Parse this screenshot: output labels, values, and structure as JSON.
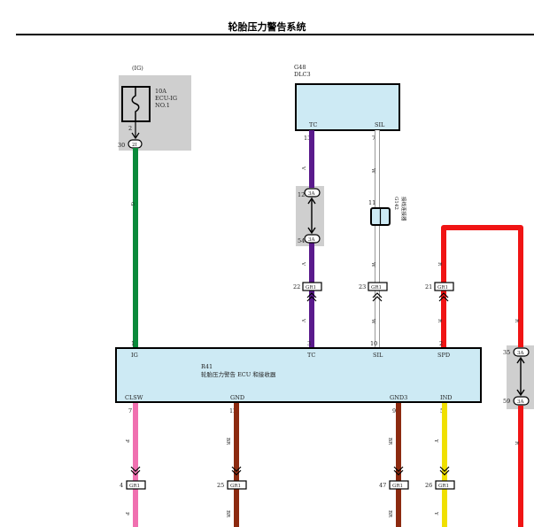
{
  "title": "轮胎压力警告系统",
  "fuse": {
    "bus": "(IG)",
    "rating": "10A",
    "name": "ECU-IG",
    "num": "NO.1",
    "pin": "2",
    "conn_pin": "30",
    "conn": "2I"
  },
  "dlc": {
    "ref": "G48",
    "name": "DLC3",
    "pin_tc": "TC",
    "pin_sil": "SIL",
    "tc_num": "13",
    "sil_num": "7"
  },
  "junction_tc": {
    "top_pin": "12",
    "top": "3A",
    "bot_pin": "54",
    "bot": "3A"
  },
  "junction_right": {
    "top_pin": "35",
    "top": "3A",
    "bot_pin": "59",
    "bot": "3A"
  },
  "joint": {
    "pin": "11",
    "ref": "G142",
    "name": "接线连接器"
  },
  "connectors_top": [
    {
      "pin": "22",
      "label": "GR1"
    },
    {
      "pin": "23",
      "label": "GR1"
    },
    {
      "pin": "21",
      "label": "GR1"
    }
  ],
  "ecu": {
    "ref": "R41",
    "name": "轮胎压力警告 ECU 和接收器",
    "top_pins": [
      {
        "num": "1",
        "name": "IG"
      },
      {
        "num": "3",
        "name": "TC"
      },
      {
        "num": "10",
        "name": "SIL"
      },
      {
        "num": "2",
        "name": "SPD"
      }
    ],
    "bottom_pins": [
      {
        "num": "7",
        "name": "CLSW"
      },
      {
        "num": "12",
        "name": "GND"
      },
      {
        "num": "9",
        "name": "GND3"
      },
      {
        "num": "5",
        "name": "IND"
      }
    ]
  },
  "connectors_bottom": [
    {
      "pin": "4",
      "label": "GR1"
    },
    {
      "pin": "25",
      "label": "GR1"
    },
    {
      "pin": "47",
      "label": "GR1"
    },
    {
      "pin": "26",
      "label": "GR1"
    }
  ],
  "wire_colors": {
    "ig": "G",
    "tc": "V",
    "sil": "W",
    "spd": "R",
    "clsw": "P",
    "gnd": "BR",
    "ind": "Y"
  },
  "colors": {
    "green": "#0a8a3a",
    "purple": "#5a1a8c",
    "red": "#f01414",
    "pink": "#f070b0",
    "brown": "#8c2a10",
    "yellow": "#f0e000",
    "box": "#cdeaf4",
    "gray": "#cfcfcf"
  }
}
